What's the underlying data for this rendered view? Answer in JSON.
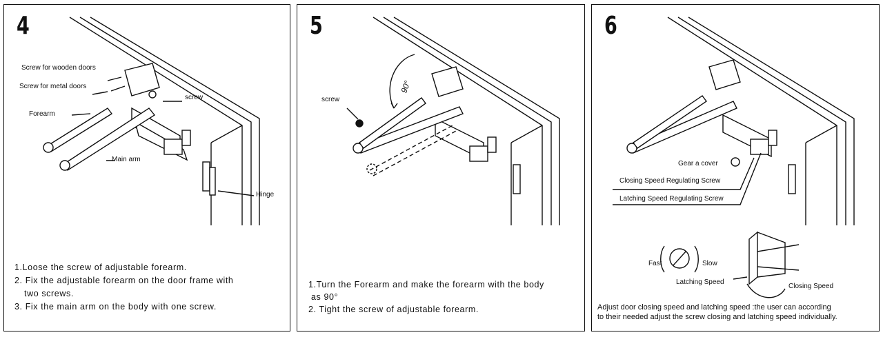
{
  "panels": [
    {
      "step": "4",
      "labels": {
        "wooden": "Screw for wooden doors",
        "metal": "Screw for metal doors",
        "screw": "screw",
        "forearm": "Forearm",
        "main_arm": "Main arm",
        "hinge": "Hinge"
      },
      "instructions": [
        "1.Loose the screw of adjustable forearm.",
        "2. Fix the adjustable forearm on the door frame with",
        "two screws.",
        "3. Fix the main arm on the body with one screw."
      ]
    },
    {
      "step": "5",
      "labels": {
        "screw": "screw",
        "angle": "90°"
      },
      "instructions": [
        "1.Turn the Forearm and make the forearm with the body",
        "as 90°",
        "2. Tight the screw of adjustable forearm."
      ]
    },
    {
      "step": "6",
      "labels": {
        "gear": "Gear a cover",
        "closing_screw": "Closing Speed Regulating Screw",
        "latching_screw": "Latching Speed Regulating Screw",
        "fast": "Fast",
        "slow": "Slow",
        "latching_speed": "Latching Speed",
        "closing_speed": "Closing Speed"
      },
      "note": [
        "Adjust door closing speed and latching speed :the user can according",
        "to their needed adjust the screw closing and latching speed individually."
      ]
    }
  ]
}
